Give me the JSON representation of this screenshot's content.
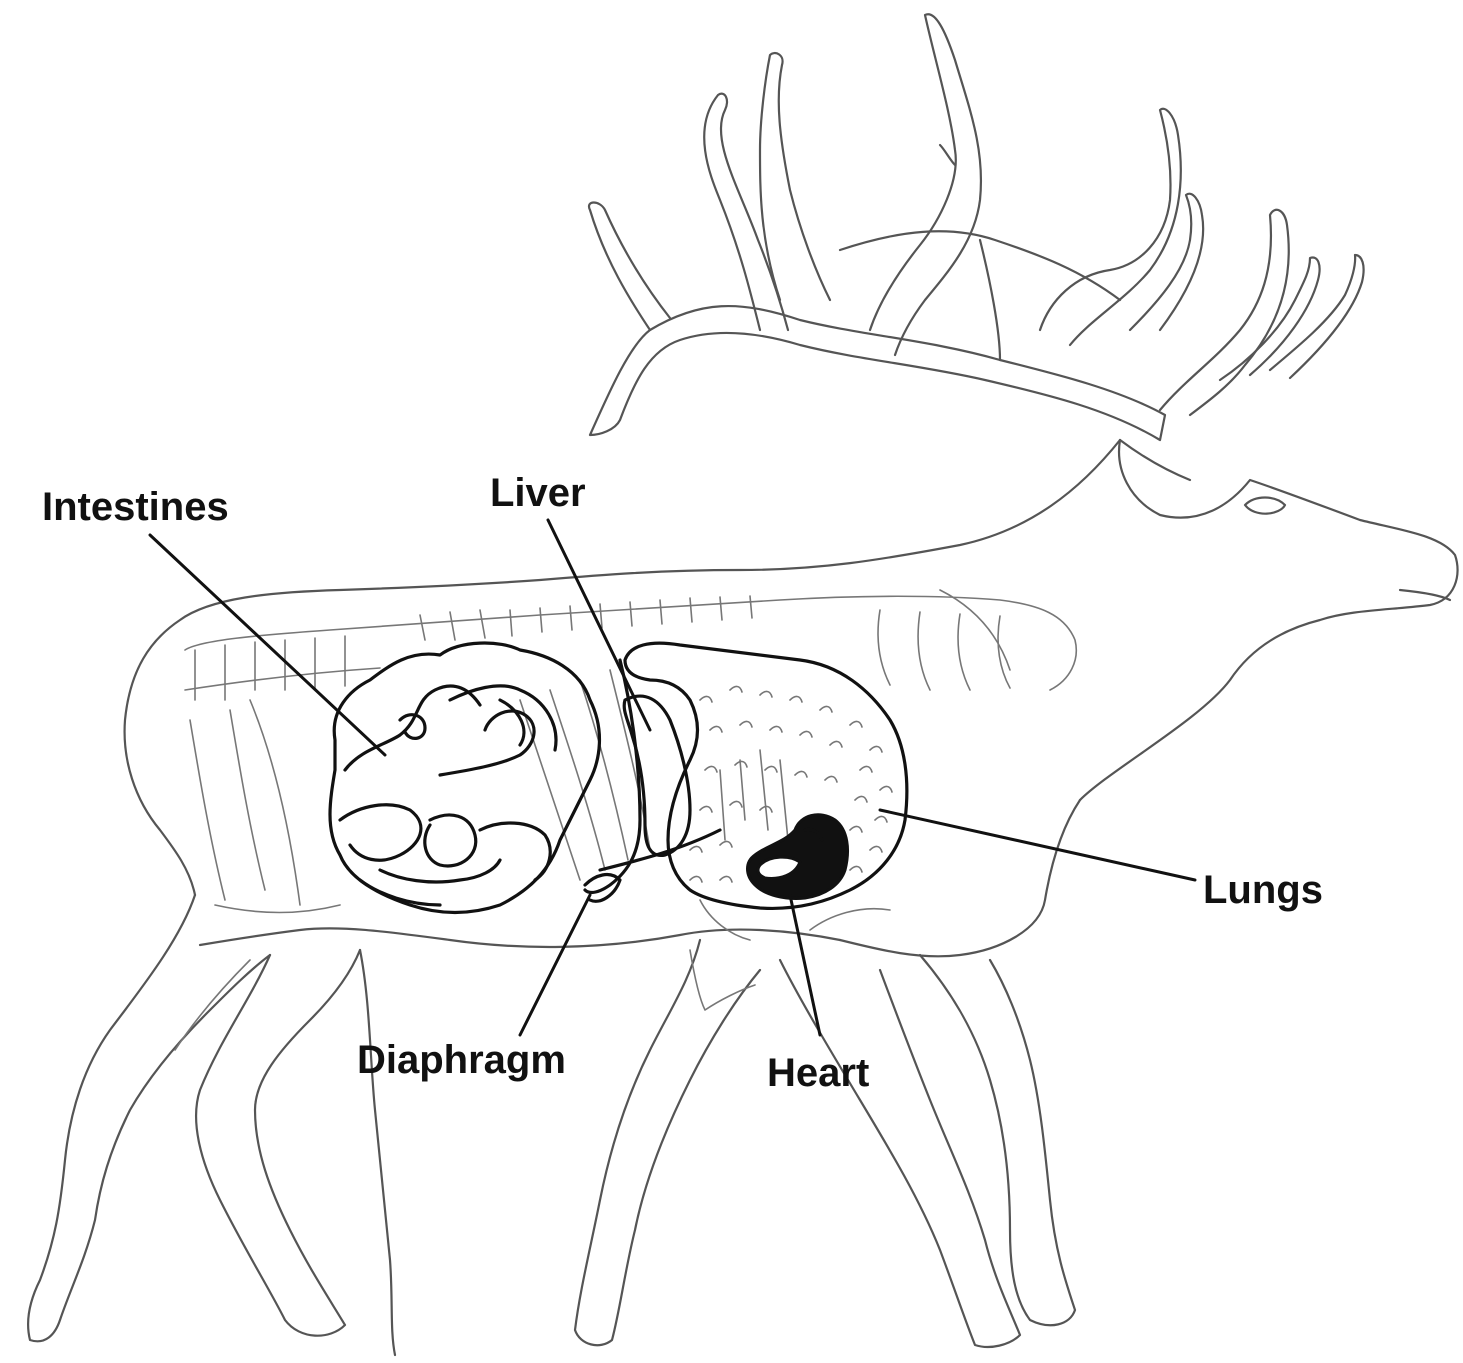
{
  "labels": {
    "intestines": "Intestines",
    "liver": "Liver",
    "lungs": "Lungs",
    "diaphragm": "Diaphragm",
    "heart": "Heart"
  },
  "colors": {
    "ink": "#111111",
    "outline": "#555555",
    "background": "#ffffff"
  }
}
